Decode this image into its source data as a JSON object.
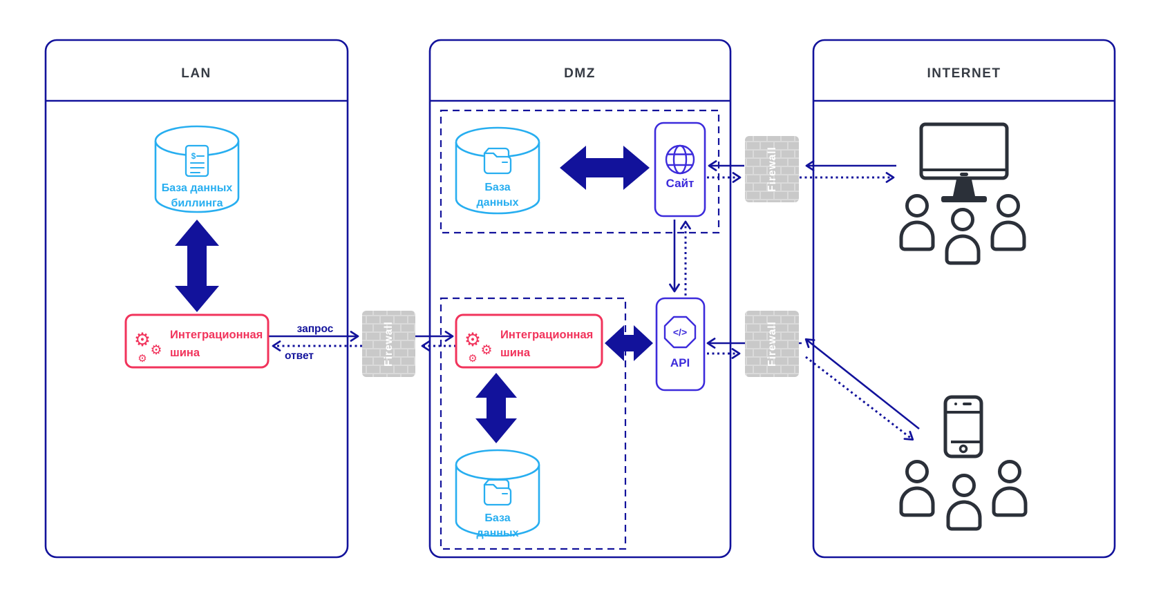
{
  "zones": {
    "lan": {
      "title": "LAN"
    },
    "dmz": {
      "title": "DMZ"
    },
    "internet": {
      "title": "INTERNET"
    }
  },
  "lan": {
    "billing_db": {
      "lines": [
        "База данных",
        "биллинга"
      ]
    },
    "esb": {
      "lines": [
        "Интеграционная",
        "шина"
      ]
    }
  },
  "dmz": {
    "web_db": {
      "lines": [
        "База",
        "данных"
      ]
    },
    "site": {
      "label": "Сайт"
    },
    "esb": {
      "lines": [
        "Интеграционная",
        "шина"
      ]
    },
    "esb_db": {
      "lines": [
        "База",
        "данных"
      ]
    },
    "api": {
      "label": "API"
    }
  },
  "firewalls": {
    "lan_dmz": {
      "label": "Firewall"
    },
    "dmz_internet_top": {
      "label": "Firewall"
    },
    "dmz_internet_bottom": {
      "label": "Firewall"
    }
  },
  "flows": {
    "request": {
      "label": "запрос"
    },
    "response": {
      "label": "ответ"
    }
  },
  "icons": {
    "gear_glyph": "⚙",
    "code_glyph": "</>",
    "dollar_glyph": "$"
  },
  "colors": {
    "navy": "#12129b",
    "cyan": "#27aef0",
    "red": "#f1335b",
    "purple": "#3c2bdb",
    "gray_firewall": "#c9c9c9",
    "brick_line": "#dadada",
    "dark_icon": "#2b3039",
    "title_text": "#363b44",
    "white": "#ffffff"
  }
}
